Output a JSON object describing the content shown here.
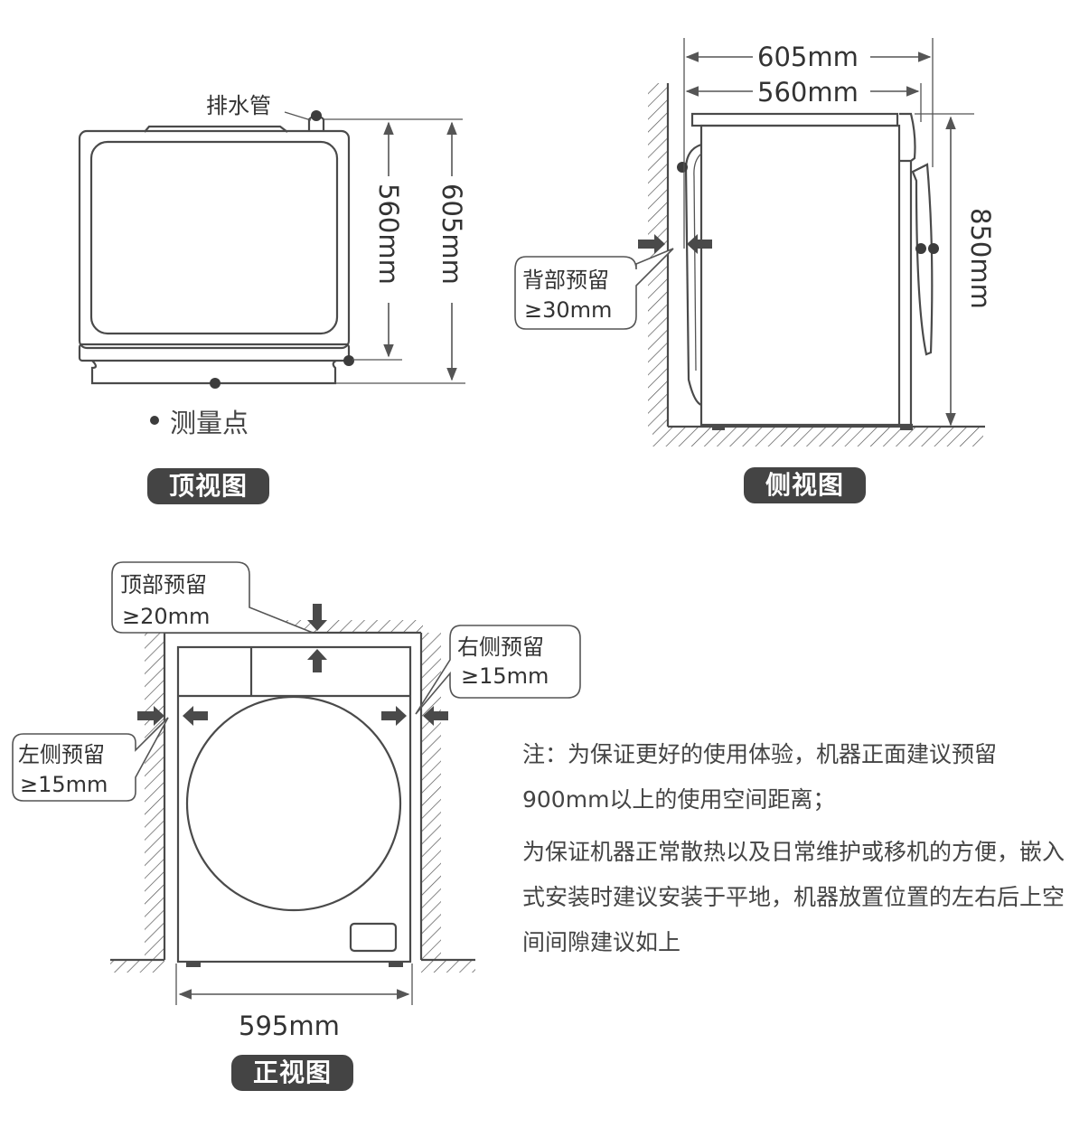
{
  "top_view": {
    "title": "顶视图",
    "drain_pipe_label": "排水管",
    "depth_body": "560mm",
    "depth_total": "605mm",
    "legend_dot_label": "测量点"
  },
  "side_view": {
    "title": "侧视图",
    "depth_total": "605mm",
    "depth_body": "560mm",
    "height": "850mm",
    "back_clearance": {
      "label": "背部预留",
      "value": "≥30mm"
    }
  },
  "front_view": {
    "title": "正视图",
    "width": "595mm",
    "top_clearance": {
      "label": "顶部预留",
      "value": "≥20mm"
    },
    "left_clearance": {
      "label": "左侧预留",
      "value": "≥15mm"
    },
    "right_clearance": {
      "label": "右侧预留",
      "value": "≥15mm"
    }
  },
  "notes": [
    "注：为保证更好的使用体验，机器正面建议预留900mm以上的使用空间距离；",
    "为保证机器正常散热以及日常维护或移机的方便，嵌入式安装时建议安装于平地，机器放置位置的左右后上空间间隙建议如上"
  ],
  "colors": {
    "line": "#4a4a4a",
    "badge_bg": "#444444",
    "badge_text": "#ffffff",
    "text": "#333333"
  }
}
